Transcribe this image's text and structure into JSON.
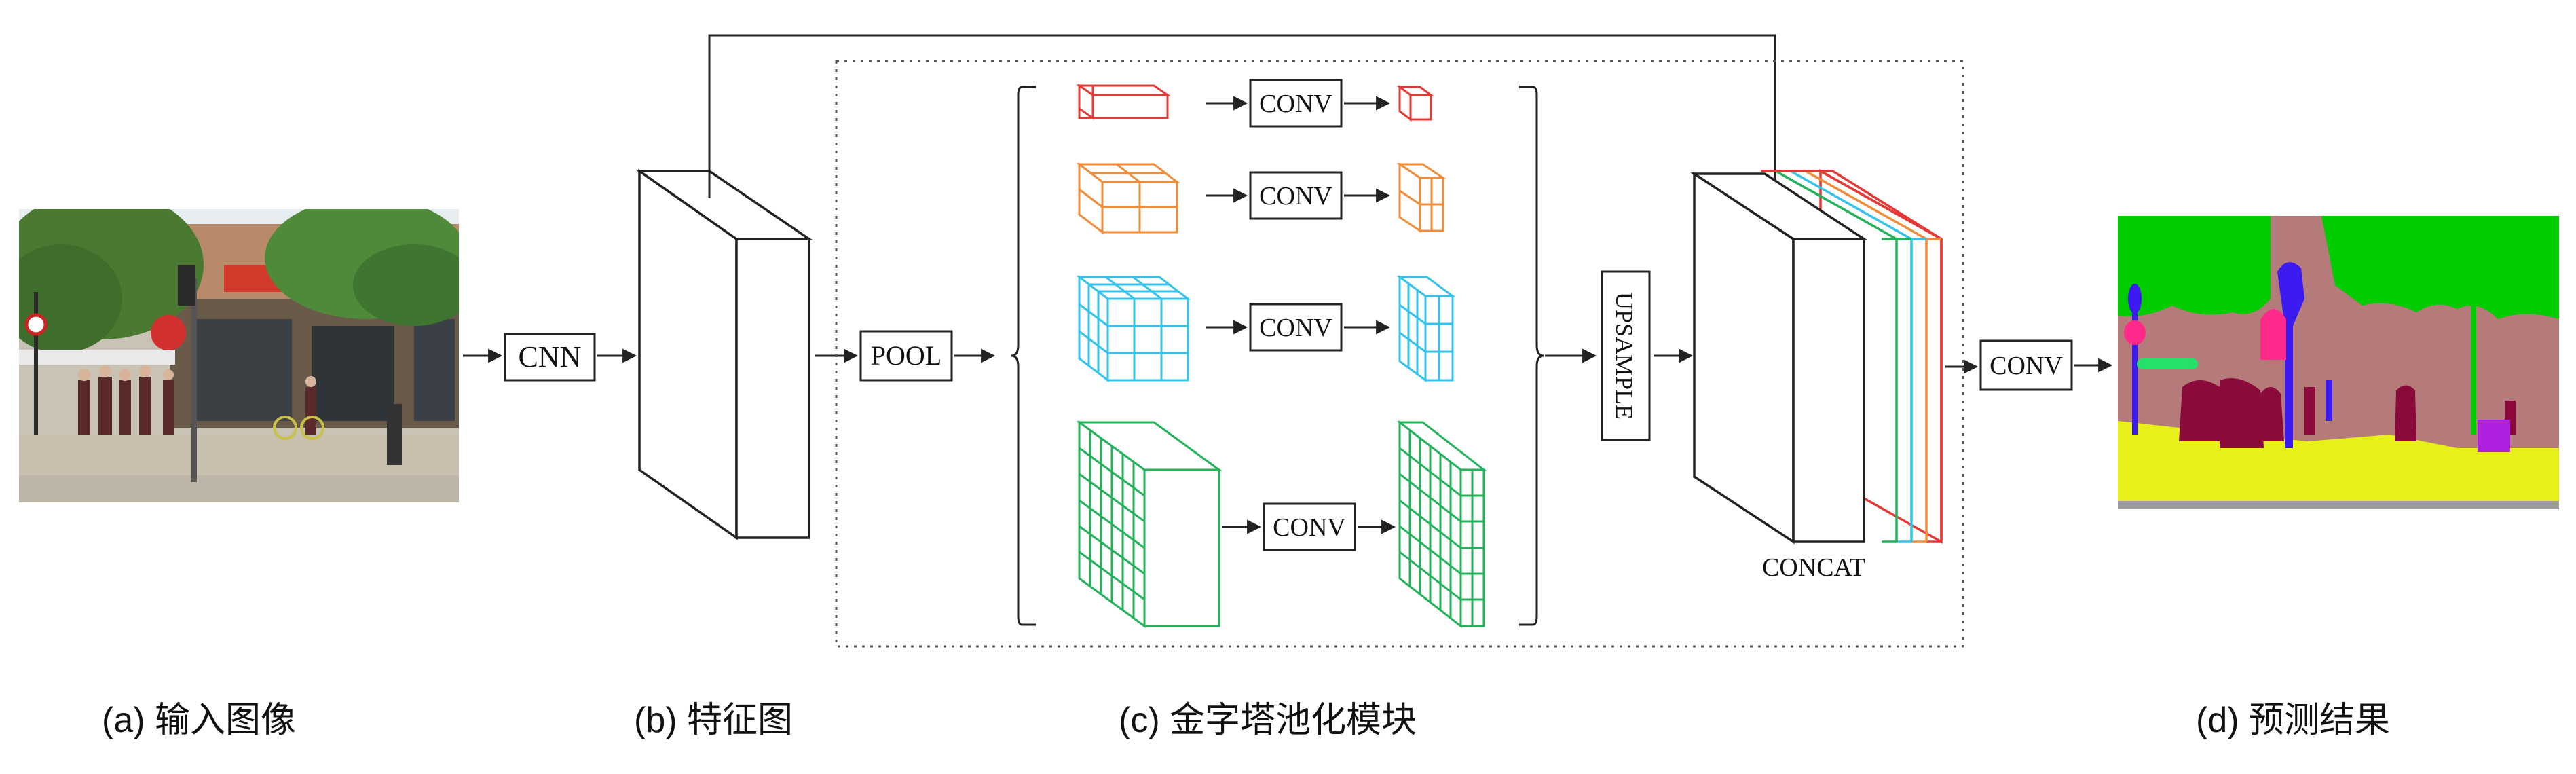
{
  "labels": {
    "cnn": "CNN",
    "pool": "POOL",
    "conv_red": "CONV",
    "conv_orange": "CONV",
    "conv_blue": "CONV",
    "conv_green": "CONV",
    "upsample": "UPSAMPLE",
    "concat": "CONCAT",
    "conv_final": "CONV"
  },
  "captions": {
    "a": "(a) 输入图像",
    "b": "(b)  特征图",
    "c": "(c) 金字塔池化模块",
    "d": "(d) 预测结果"
  },
  "pyramid_levels": [
    {
      "name": "level-1",
      "color": "#e53935"
    },
    {
      "name": "level-2",
      "color": "#f28c38"
    },
    {
      "name": "level-3",
      "color": "#33c3ec"
    },
    {
      "name": "level-4",
      "color": "#22b25a"
    }
  ],
  "colors": {
    "stroke": "#222222",
    "dashed_box": "#555555",
    "seg_tree": "#00cc00",
    "seg_building": "#b57a7a",
    "seg_road": "#9b9b9b",
    "seg_sidewalk": "#e8f01a",
    "seg_person": "#8b0a3c",
    "seg_pole": "#3b1bf0",
    "seg_sign": "#ff2a8a",
    "seg_bike": "#b020e0",
    "seg_car": "#25e06a"
  }
}
